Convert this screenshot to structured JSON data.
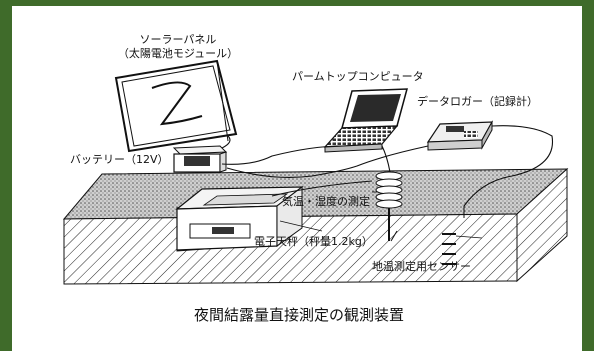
{
  "labels": {
    "solar_panel": "ソーラーパネル",
    "solar_module": "（太陽電池モジュール）",
    "palmtop": "パームトップコンピュータ",
    "data_logger": "データロガー（記録計）",
    "battery": "バッテリー（12V）",
    "temp_humidity": "気温・湿度の測定",
    "balance": "電子天秤（秤量1.2kg）",
    "soil_sensor": "地温測定用センサー"
  },
  "caption": "夜間結露量直接測定の観測装置",
  "colors": {
    "frame": "#3f6b2a",
    "ink": "#111111",
    "ground_fill": "#d8d8d8"
  }
}
